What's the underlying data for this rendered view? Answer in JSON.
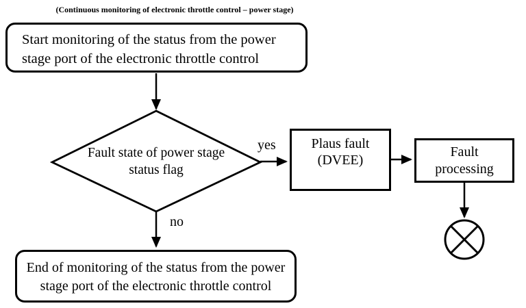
{
  "title": "(Continuous monitoring of electronic throttle control – power stage)",
  "nodes": {
    "start": {
      "type": "terminator",
      "lines": [
        "Start monitoring of the status from the power",
        "stage port of the electronic throttle control"
      ]
    },
    "decision": {
      "type": "decision",
      "lines": [
        "Fault state of power stage",
        "status flag"
      ]
    },
    "plaus_fault": {
      "type": "process",
      "lines": [
        "Plaus fault",
        "(DVEE)"
      ]
    },
    "fault_processing": {
      "type": "process",
      "lines": [
        "Fault",
        "processing"
      ]
    },
    "end": {
      "type": "terminator",
      "lines": [
        "End of monitoring of the status from the power",
        "stage port of the electronic throttle control"
      ]
    },
    "error_terminator": {
      "type": "circled-x-icon"
    }
  },
  "labels": {
    "yes": "yes",
    "no": "no"
  },
  "colors": {
    "line": "#000000",
    "background": "#ffffff"
  }
}
